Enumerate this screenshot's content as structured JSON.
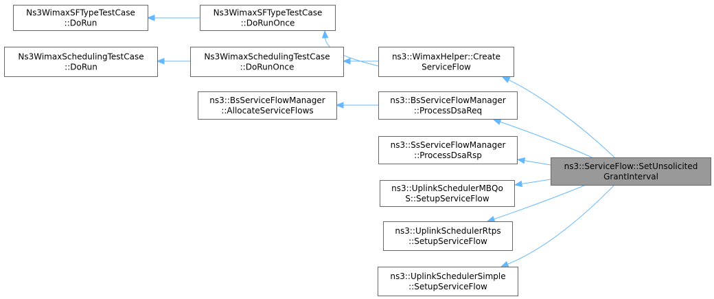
{
  "diagram": {
    "colors": {
      "edge": "#63b8ff",
      "node_border": "#666666",
      "focus_fill": "#999999"
    },
    "nodes": [
      {
        "id": "sfr",
        "lines": [
          "Ns3WimaxSFTypeTestCase",
          "::DoRun"
        ]
      },
      {
        "id": "sfo",
        "lines": [
          "Ns3WimaxSFTypeTestCase",
          "::DoRunOnce"
        ]
      },
      {
        "id": "scr",
        "lines": [
          "Ns3WimaxSchedulingTestCase",
          "::DoRun"
        ]
      },
      {
        "id": "sco",
        "lines": [
          "Ns3WimaxSchedulingTestCase",
          "::DoRunOnce"
        ]
      },
      {
        "id": "bas",
        "lines": [
          "ns3::BsServiceFlowManager",
          "::AllocateServiceFlows"
        ]
      },
      {
        "id": "wcs",
        "lines": [
          "ns3::WimaxHelper::Create",
          "ServiceFlow"
        ]
      },
      {
        "id": "bpd",
        "lines": [
          "ns3::BsServiceFlowManager",
          "::ProcessDsaReq"
        ]
      },
      {
        "id": "spd",
        "lines": [
          "ns3::SsServiceFlowManager",
          "::ProcessDsaRsp"
        ]
      },
      {
        "id": "umb",
        "lines": [
          "ns3::UplinkSchedulerMBQo",
          "S::SetupServiceFlow"
        ]
      },
      {
        "id": "urt",
        "lines": [
          "ns3::UplinkSchedulerRtps",
          "::SetupServiceFlow"
        ]
      },
      {
        "id": "usi",
        "lines": [
          "ns3::UplinkSchedulerSimple",
          "::SetupServiceFlow"
        ]
      },
      {
        "id": "focus",
        "lines": [
          "ns3::ServiceFlow::SetUnsolicited",
          "GrantInterval"
        ],
        "highlight": true
      }
    ],
    "edges": [
      {
        "from": "sfo",
        "to": "sfr"
      },
      {
        "from": "wcs",
        "to": "sfo"
      },
      {
        "from": "sco",
        "to": "scr"
      },
      {
        "from": "wcs",
        "to": "sco"
      },
      {
        "from": "bpd",
        "to": "bas"
      },
      {
        "from": "focus",
        "to": "wcs"
      },
      {
        "from": "focus",
        "to": "bpd"
      },
      {
        "from": "focus",
        "to": "spd"
      },
      {
        "from": "focus",
        "to": "umb"
      },
      {
        "from": "focus",
        "to": "urt"
      },
      {
        "from": "focus",
        "to": "usi"
      }
    ]
  }
}
